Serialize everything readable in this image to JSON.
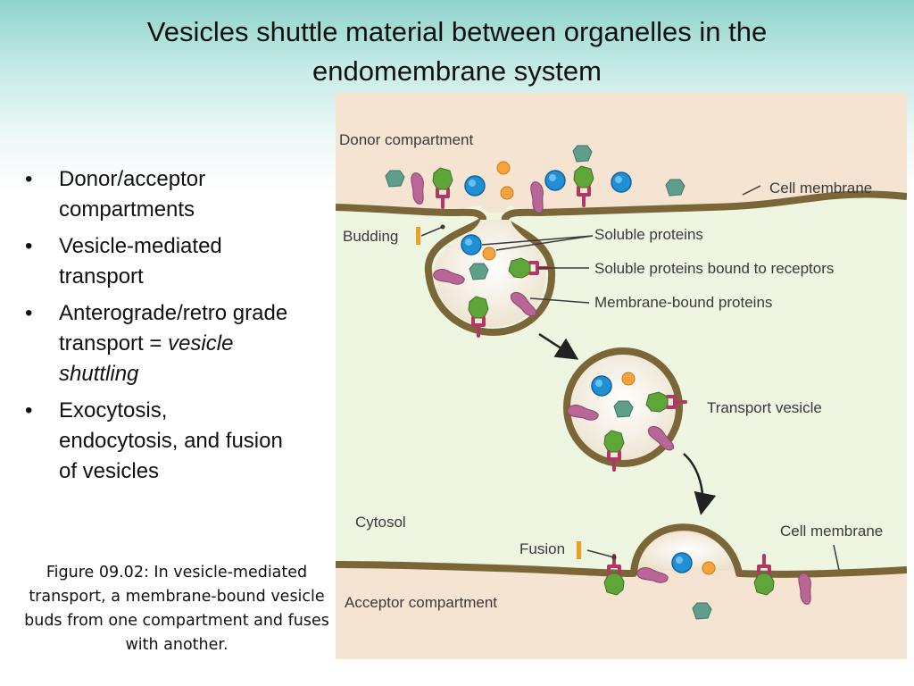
{
  "slide": {
    "title_line1": "Vesicles shuttle material between organelles in the",
    "title_line2": "endomembrane system"
  },
  "bullets": {
    "b1": "Donor/acceptor compartments",
    "b2": "Vesicle-mediated transport",
    "b3_text": "Anterograde/retro grade transport =",
    "b3_emphasis": "vesicle shuttling",
    "b4": "Exocytosis, endocytosis, and fusion of vesicles"
  },
  "caption": "Figure 09.02: In vesicle-mediated transport, a membrane-bound vesicle buds from one compartment and fuses with another.",
  "figure": {
    "labels": {
      "donor_compartment": "Donor compartment",
      "cell_membrane_top": "Cell membrane",
      "budding": "Budding",
      "soluble_proteins": "Soluble proteins",
      "soluble_bound": "Soluble proteins bound to receptors",
      "membrane_bound": "Membrane-bound proteins",
      "transport_vesicle": "Transport vesicle",
      "cytosol": "Cytosol",
      "fusion": "Fusion",
      "cell_membrane_bottom": "Cell membrane",
      "acceptor_compartment": "Acceptor compartment"
    },
    "colors": {
      "donor_bg": "#f6e4d2",
      "cytosol_bg": "#eef6e1",
      "membrane": "#7b6638",
      "vesicle_lumen": "#f3ead9",
      "blue_protein": "#1f8fd6",
      "orange_protein": "#f5a33a",
      "teal_protein": "#5d9e8c",
      "green_protein": "#5ea638",
      "receptor": "#b03865",
      "membrane_protein": "#b86696",
      "marker": "#f0a020"
    }
  }
}
